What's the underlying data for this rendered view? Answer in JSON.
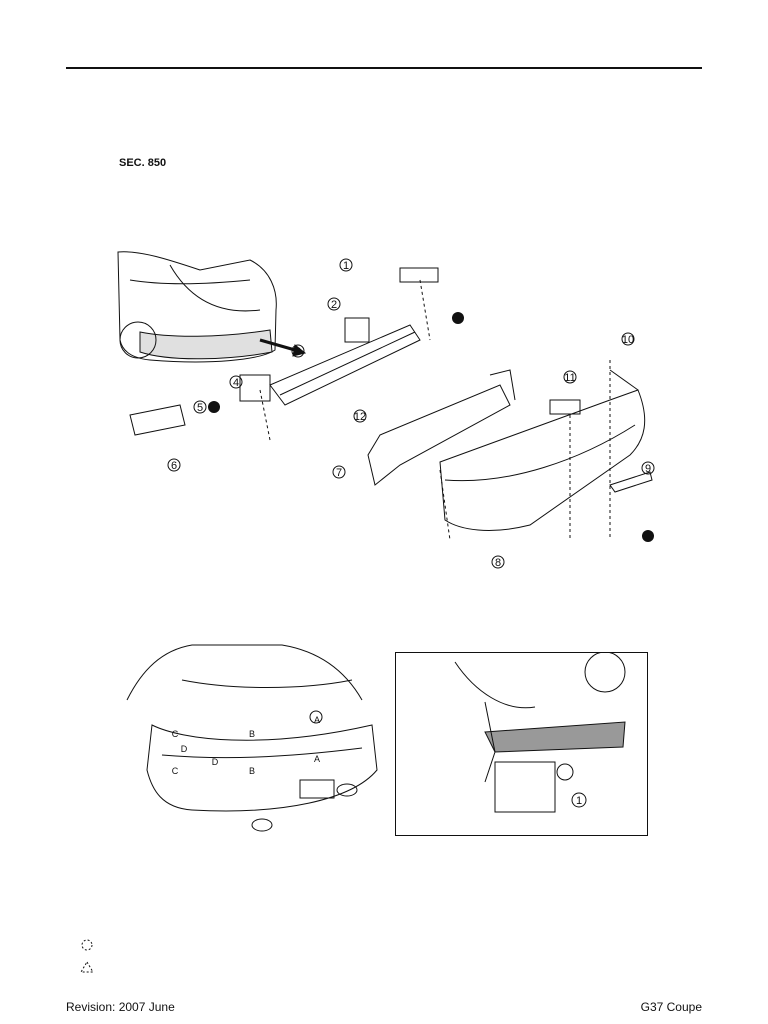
{
  "section_label": "SEC. 850",
  "callouts": {
    "c1": "1",
    "c2": "2",
    "c3": "3",
    "c4": "4",
    "c5": "5",
    "c6": "6",
    "c7": "7",
    "c8": "8",
    "c9": "9",
    "c10": "10",
    "c11": "11",
    "c12": "12"
  },
  "car_labels": {
    "a": "A",
    "b": "B",
    "c": "C",
    "d": "D"
  },
  "detail_callout": "1",
  "footer": {
    "revision": "Revision: 2007 June",
    "model": "G37 Coupe"
  }
}
